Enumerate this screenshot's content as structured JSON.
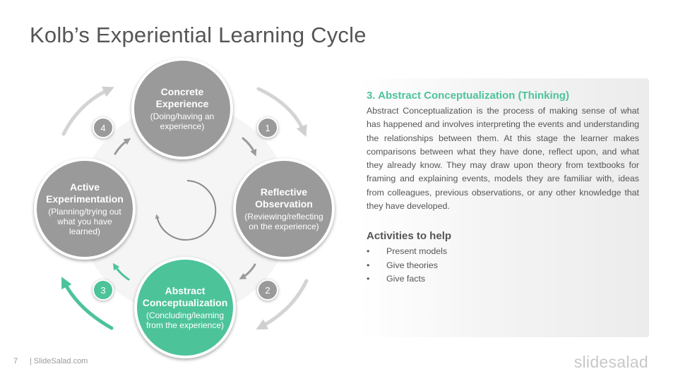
{
  "slide": {
    "title": "Kolb’s Experiential Learning Cycle",
    "page_number": "7",
    "brand": "| SlideSalad.com",
    "logo": "slidesalad"
  },
  "colors": {
    "accent": "#4dc39a",
    "stage_gray": "#9a9a9a",
    "arrow_gray": "#cccccc",
    "text": "#555555"
  },
  "cycle": {
    "stages": [
      {
        "key": "concrete",
        "title_lines": [
          "Concrete",
          "Experience"
        ],
        "sub_lines": [
          "(Doing/having an",
          "experience)"
        ],
        "badge": "4",
        "active": false
      },
      {
        "key": "reflective",
        "title_lines": [
          "Reflective",
          "Observation"
        ],
        "sub_lines": [
          "(Reviewing/reflecting",
          "on the experience)"
        ],
        "badge": "1",
        "active": false
      },
      {
        "key": "abstract",
        "title_lines": [
          "Abstract",
          "Conceptualization"
        ],
        "sub_lines": [
          "(Concluding/learning",
          "from the experience)"
        ],
        "badge": "2",
        "active": true
      },
      {
        "key": "active",
        "title_lines": [
          "Active",
          "Experimentation"
        ],
        "sub_lines": [
          "(Planning/trying out",
          "what you have learned)"
        ],
        "badge": "3",
        "active": false
      }
    ]
  },
  "panel": {
    "heading": "3. Abstract Conceptualization (Thinking)",
    "body": "Abstract Conceptualization is the process of making sense of what has happened and involves interpreting the events and understanding the relationships between them. At this stage the learner makes comparisons between what they have done, reflect upon, and what they already know. They may draw upon theory from textbooks for framing and explaining events, models they are familiar with, ideas from colleagues, previous observations, or any other knowledge that they have developed.",
    "activities_title": "Activities to help",
    "bullet": "•",
    "activities": [
      "Present models",
      "Give theories",
      "Give facts"
    ]
  }
}
